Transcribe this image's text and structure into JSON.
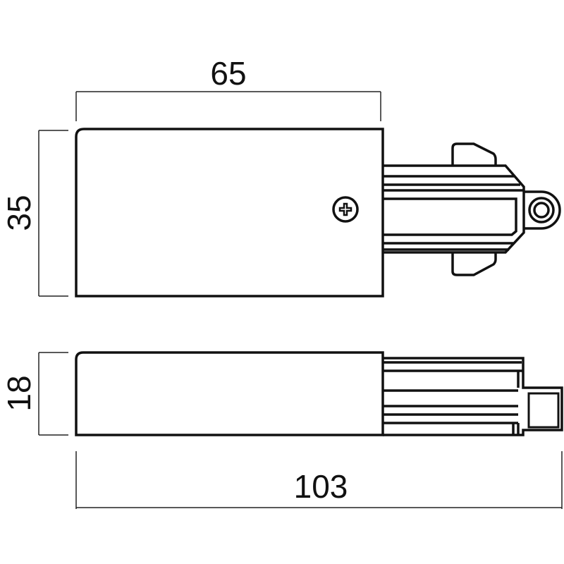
{
  "drawing": {
    "units": "mm",
    "dimensions": {
      "top_width": "65",
      "top_height": "35",
      "side_height": "18",
      "total_length": "103"
    }
  }
}
